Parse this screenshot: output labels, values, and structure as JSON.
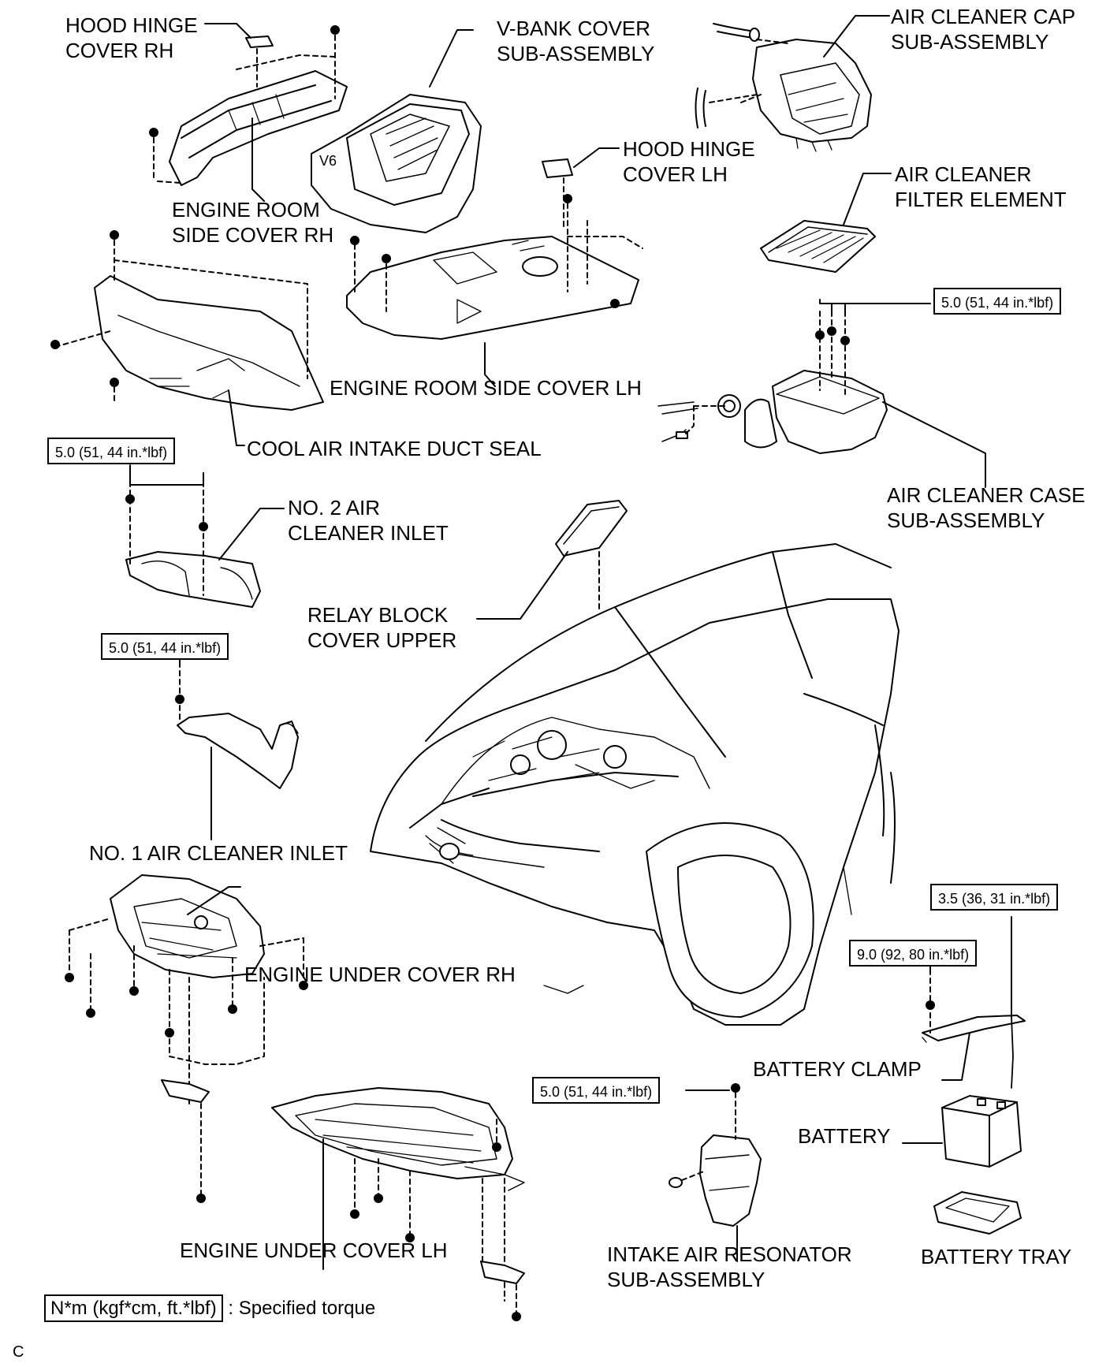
{
  "labels": {
    "hood_hinge_cover_rh": [
      "HOOD HINGE",
      "COVER RH"
    ],
    "v_bank_cover": [
      "V-BANK COVER",
      "SUB-ASSEMBLY"
    ],
    "air_cleaner_cap": [
      "AIR CLEANER CAP",
      "SUB-ASSEMBLY"
    ],
    "hood_hinge_cover_lh": [
      "HOOD HINGE",
      "COVER LH"
    ],
    "air_cleaner_filter": [
      "AIR CLEANER",
      "FILTER ELEMENT"
    ],
    "engine_room_side_cover_rh": [
      "ENGINE ROOM",
      "SIDE COVER RH"
    ],
    "engine_room_side_cover_lh": "ENGINE ROOM SIDE COVER LH",
    "cool_air_intake_duct_seal": "COOL AIR INTAKE DUCT SEAL",
    "air_cleaner_case": [
      "AIR CLEANER CASE",
      "SUB-ASSEMBLY"
    ],
    "no2_air_cleaner_inlet": [
      "NO. 2 AIR",
      "CLEANER INLET"
    ],
    "relay_block_cover_upper": [
      "RELAY BLOCK",
      "COVER UPPER"
    ],
    "no1_air_cleaner_inlet": "NO. 1 AIR CLEANER INLET",
    "engine_under_cover_rh": "ENGINE UNDER COVER RH",
    "engine_under_cover_lh": "ENGINE UNDER COVER LH",
    "battery_clamp": "BATTERY CLAMP",
    "battery": "BATTERY",
    "battery_tray": "BATTERY TRAY",
    "intake_air_resonator": [
      "INTAKE AIR RESONATOR",
      "SUB-ASSEMBLY"
    ]
  },
  "torques": {
    "air_cleaner_case": "5.0 (51, 44 in.*lbf)",
    "no2_air_cleaner_inlet": "5.0 (51, 44 in.*lbf)",
    "no1_air_cleaner_inlet": "5.0 (51, 44 in.*lbf)",
    "battery_clamp_rod": "3.5 (36, 31 in.*lbf)",
    "battery_clamp_bolt": "9.0 (92, 80 in.*lbf)",
    "intake_air_resonator": "5.0 (51, 44 in.*lbf)"
  },
  "legend": {
    "unit": "N*m (kgf*cm, ft.*lbf)",
    "text": ": Specified torque"
  },
  "corner_mark": "C"
}
